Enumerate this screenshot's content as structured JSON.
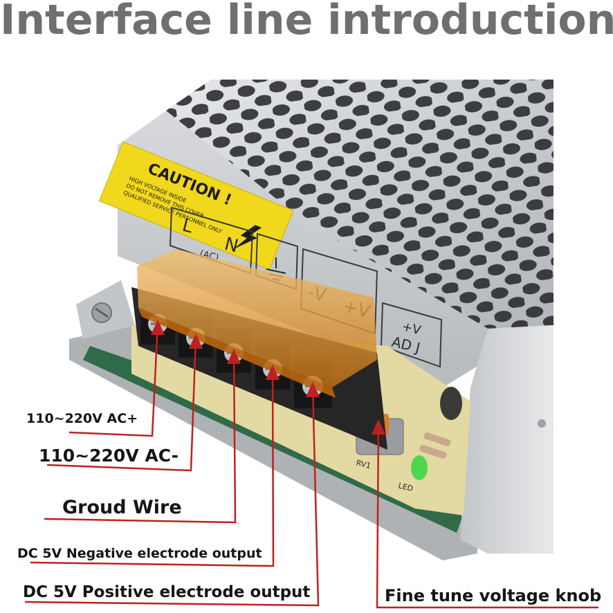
{
  "title": "Interface line introduction",
  "caution": {
    "heading": "CAUTION !",
    "lines": [
      "HIGH VOLTAGE INSIDE",
      "DO NOT REMOVE THIS COVER",
      "QUALIFIED SERVICE PERSONNEL ONLY"
    ]
  },
  "terminal_marks": {
    "l": "L",
    "n": "N",
    "ac": "(AC)",
    "neg_v": "-V",
    "pos_v": "+V",
    "adj_top": "+V",
    "adj_bottom": "AD J"
  },
  "pcb_marks": {
    "rv1": "RV1",
    "led": "LED"
  },
  "callouts": [
    {
      "id": "ac-plus",
      "text": "110~220V AC+"
    },
    {
      "id": "ac-minus",
      "text": "110~220V AC-"
    },
    {
      "id": "ground",
      "text": "Groud Wire"
    },
    {
      "id": "dc-neg",
      "text": "DC 5V Negative electrode output"
    },
    {
      "id": "dc-pos",
      "text": "DC 5V Positive electrode output"
    },
    {
      "id": "knob",
      "text": "Fine tune voltage knob"
    }
  ],
  "colors": {
    "title": "#6f6f6f",
    "leader": "#c02020",
    "caution": "#f2d81c",
    "housing": "#c9cccf",
    "terminal_cover": "#d98b22",
    "pcb": "#e3d9a2"
  }
}
